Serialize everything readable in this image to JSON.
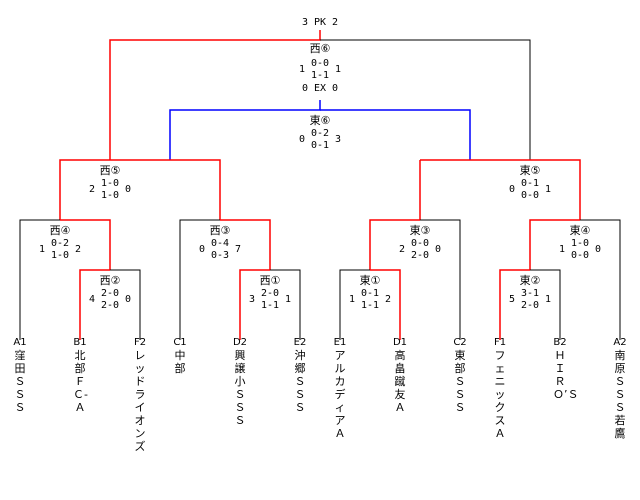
{
  "colors": {
    "black": "#000000",
    "red": "#ff0000",
    "blue": "#0000ff"
  },
  "pk": "3 PK 2",
  "matches": {
    "final": {
      "label": "西⑥",
      "ls": "1",
      "rs": "1",
      "s1": "0-0",
      "s2": "1-1",
      "ex": "0 EX 0"
    },
    "east6": {
      "label": "東⑥",
      "ls": "0",
      "rs": "3",
      "s1": "0-2",
      "s2": "0-1"
    },
    "west5": {
      "label": "西⑤",
      "ls": "2",
      "rs": "0",
      "s1": "1-0",
      "s2": "1-0"
    },
    "east5": {
      "label": "東⑤",
      "ls": "0",
      "rs": "1",
      "s1": "0-1",
      "s2": "0-0"
    },
    "west4": {
      "label": "西④",
      "ls": "1",
      "rs": "2",
      "s1": "0-2",
      "s2": "1-0"
    },
    "west3": {
      "label": "西③",
      "ls": "0",
      "rs": "7",
      "s1": "0-4",
      "s2": "0-3"
    },
    "east3": {
      "label": "東③",
      "ls": "2",
      "rs": "0",
      "s1": "0-0",
      "s2": "2-0"
    },
    "east4": {
      "label": "東④",
      "ls": "1",
      "rs": "0",
      "s1": "1-0",
      "s2": "0-0"
    },
    "west2": {
      "label": "西②",
      "ls": "4",
      "rs": "0",
      "s1": "2-0",
      "s2": "2-0"
    },
    "west1": {
      "label": "西①",
      "ls": "3",
      "rs": "1",
      "s1": "2-0",
      "s2": "1-1"
    },
    "east1": {
      "label": "東①",
      "ls": "1",
      "rs": "2",
      "s1": "0-1",
      "s2": "1-1"
    },
    "east2": {
      "label": "東②",
      "ls": "5",
      "rs": "1",
      "s1": "3-1",
      "s2": "2-0"
    }
  },
  "teams": [
    {
      "code": "A1",
      "name": "窪田ＳＳＳ"
    },
    {
      "code": "B1",
      "name": "北部ＦＣ-Ａ"
    },
    {
      "code": "F2",
      "name": "レッドライオンズ"
    },
    {
      "code": "C1",
      "name": "中　部"
    },
    {
      "code": "D2",
      "name": "興譲小ＳＳＳ"
    },
    {
      "code": "E2",
      "name": "沖郷ＳＳＳ"
    },
    {
      "code": "E1",
      "name": "アルカディアＡ"
    },
    {
      "code": "D1",
      "name": "高畠蹴友Ａ"
    },
    {
      "code": "C2",
      "name": "東部ＳＳＳ"
    },
    {
      "code": "F1",
      "name": "フェニックスＡ"
    },
    {
      "code": "B2",
      "name": "ＨＩＲＯ’Ｓ"
    },
    {
      "code": "A2",
      "name": "南原ＳＳＳ若鷹"
    }
  ]
}
